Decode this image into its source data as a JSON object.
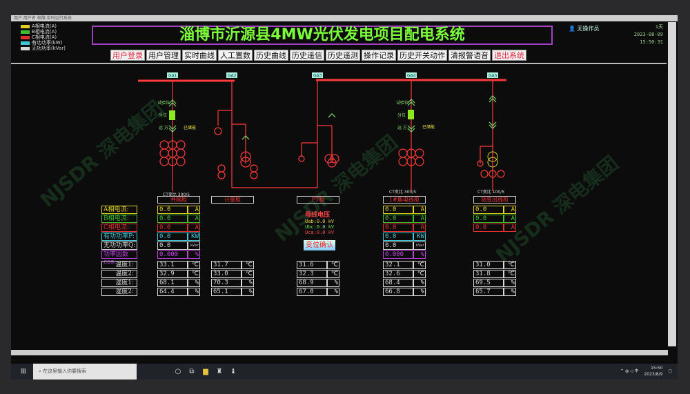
{
  "window_title": "用户 用户名 权限 实时运行系统",
  "legend": [
    {
      "label": "A相电流(A)",
      "color": "#e0d020"
    },
    {
      "label": "B相电流(A)",
      "color": "#40c030"
    },
    {
      "label": "C相电流(A)",
      "color": "#e03030"
    },
    {
      "label": "有功功率(kW)",
      "color": "#40c8d8"
    },
    {
      "label": "无功功率(kVar)",
      "color": "#d8d8d8"
    }
  ],
  "title": "淄博市沂源县4MW光伏发电项目配电系统",
  "menu": [
    {
      "label": "用户登录",
      "red": true
    },
    {
      "label": "用户管理"
    },
    {
      "label": "实时曲线"
    },
    {
      "label": "人工置数"
    },
    {
      "label": "历史曲线"
    },
    {
      "label": "历史遥信"
    },
    {
      "label": "历史遥测"
    },
    {
      "label": "操作记录"
    },
    {
      "label": "历史开关动作"
    },
    {
      "label": "清报警语音"
    },
    {
      "label": "退出系统",
      "red": true
    }
  ],
  "operator": "无操作员",
  "clock": {
    "days": "1天",
    "date": "2023-08-09",
    "time": "15:50:31"
  },
  "diagram": {
    "ga": [
      "GA1",
      "GA2",
      "GA3",
      "GA4",
      "GA5"
    ],
    "test_pos": "试验位",
    "open": "分位",
    "remote": "远 方",
    "stored": "已储能",
    "ct1": "CT变比  300/5",
    "ct4": "CT变比  300/5",
    "ct5": "CT变比  100/5"
  },
  "row_labels": [
    {
      "t": "A相电流:",
      "c": "#e0d020"
    },
    {
      "t": "B相电流:",
      "c": "#40c030"
    },
    {
      "t": "C相电流:",
      "c": "#e03030"
    },
    {
      "t": "有功功率P:",
      "c": "#40c8d8"
    },
    {
      "t": "无功功率Q:",
      "c": "#d8d8d8"
    },
    {
      "t": "功率因数cos:",
      "c": "#c040e0"
    },
    {
      "t": "温度1:",
      "c": "#d8d8d8"
    },
    {
      "t": "温度2:",
      "c": "#d8d8d8"
    },
    {
      "t": "湿度1:",
      "c": "#d8d8d8"
    },
    {
      "t": "湿度2:",
      "c": "#d8d8d8"
    }
  ],
  "cabinets": [
    {
      "name": "并网柜",
      "elec": [
        [
          "0.0",
          "A"
        ],
        [
          "0.0",
          "A"
        ],
        [
          "0.0",
          "A"
        ],
        [
          "0.0",
          "KW"
        ],
        [
          "0.0",
          "kVar"
        ],
        [
          "0.000",
          "%"
        ]
      ],
      "env": [
        [
          "33.1",
          "℃"
        ],
        [
          "32.9",
          "℃"
        ],
        [
          "68.1",
          "%"
        ],
        [
          "64.4",
          "%"
        ]
      ]
    },
    {
      "name": "计量柜",
      "elec": [],
      "env": [
        [
          "31.7",
          "℃"
        ],
        [
          "33.0",
          "℃"
        ],
        [
          "70.3",
          "%"
        ],
        [
          "65.1",
          "%"
        ]
      ]
    },
    {
      "name": "PT柜",
      "elec": [],
      "env": [
        [
          "31.6",
          "℃"
        ],
        [
          "32.3",
          "℃"
        ],
        [
          "68.9",
          "%"
        ],
        [
          "67.0",
          "%"
        ]
      ]
    },
    {
      "name": "1#集电线柜",
      "elec": [
        [
          "0.0",
          "A"
        ],
        [
          "0.0",
          "A"
        ],
        [
          "0.0",
          "A"
        ],
        [
          "0.0",
          "KW"
        ],
        [
          "0.0",
          "kVar"
        ],
        [
          "0.000",
          "%"
        ]
      ],
      "env": [
        [
          "32.1",
          "℃"
        ],
        [
          "32.6",
          "℃"
        ],
        [
          "68.4",
          "%"
        ],
        [
          "66.8",
          "%"
        ]
      ]
    },
    {
      "name": "站变出线柜",
      "elec": [
        [
          "0.0",
          "A"
        ],
        [
          "0.0",
          "A"
        ],
        [
          "0.0",
          "A"
        ]
      ],
      "env": [
        [
          "31.0",
          "℃"
        ],
        [
          "31.8",
          "℃"
        ],
        [
          "69.5",
          "%"
        ],
        [
          "65.7",
          "%"
        ]
      ]
    }
  ],
  "pt": {
    "title": "母线电压",
    "uab": "Uab:0.0 kV",
    "ubc": "Ubc:0.0 kV",
    "uca": "Uca:0.0 kV",
    "confirm": "变位确认"
  },
  "taskbar": {
    "search": "在这里输入你要搜索",
    "time": "15:50",
    "date": "2023/8/9"
  },
  "watermark": "NJSDR 深电集团"
}
